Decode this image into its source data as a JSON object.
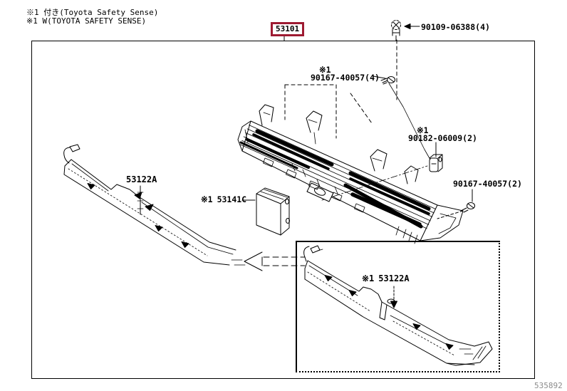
{
  "colors": {
    "accent": "#9e1b32",
    "ink": "#000000",
    "muted": "#8c8c8c"
  },
  "notes": {
    "line1": "※1 付き(Toyota Safety Sense)",
    "line2": "※1 W(TOYOTA SAFETY SENSE)"
  },
  "frame": {
    "part_number": "53101"
  },
  "callouts": {
    "bolt": {
      "number": "90109-06388(4)"
    },
    "screw_top": {
      "prefix": "※1",
      "number": "90167-40057(4)"
    },
    "clip": {
      "prefix": "※1",
      "number": "90182-06009(2)"
    },
    "screw_side": {
      "number": "90167-40057(2)"
    },
    "molding_left": {
      "number": "53122A"
    },
    "radar_cover": {
      "prefix": "※1",
      "number": "53141C"
    },
    "molding_alt": {
      "prefix": "※1",
      "number": "53122A"
    }
  },
  "footer": {
    "figure_code": "535892"
  }
}
